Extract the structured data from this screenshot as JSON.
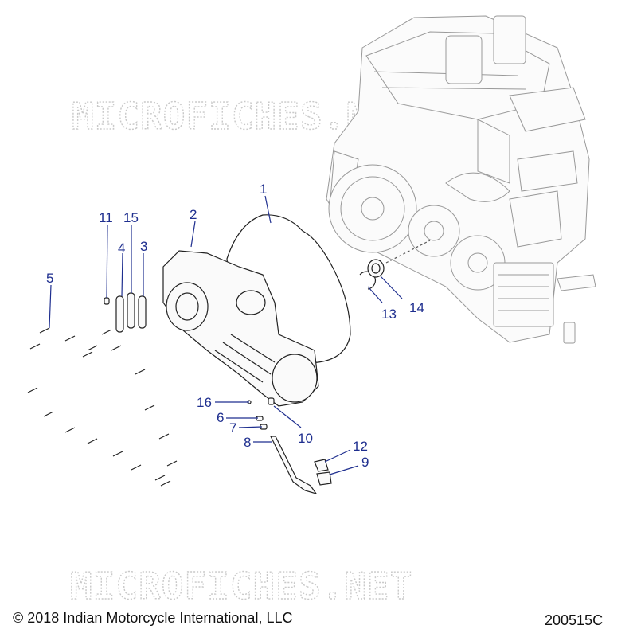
{
  "watermark": "MICROFICHES.NET",
  "copyright": "© 2018 Indian Motorcycle International, LLC",
  "diagram_code": "200515C",
  "callouts": {
    "c1": "1",
    "c2": "2",
    "c3": "3",
    "c4": "4",
    "c5": "5",
    "c6": "6",
    "c7": "7",
    "c8": "8",
    "c9": "9",
    "c10": "10",
    "c11": "11",
    "c12": "12",
    "c13": "13",
    "c14": "14",
    "c15": "15",
    "c16": "16"
  },
  "colors": {
    "callout": "#1f2f8f",
    "watermark": "#c9c9c9",
    "line": "#222222"
  }
}
